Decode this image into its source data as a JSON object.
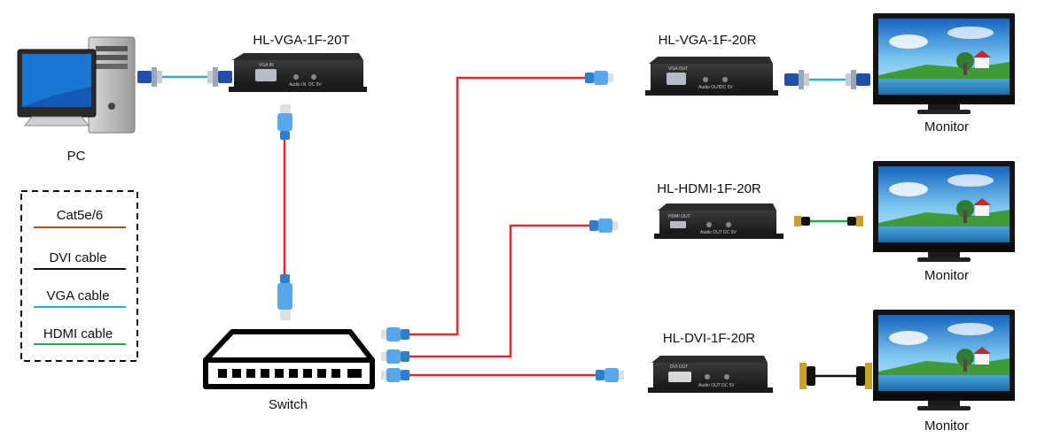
{
  "pc": {
    "label": "PC"
  },
  "switch": {
    "label": "Switch"
  },
  "devices": {
    "transmitter": {
      "label": "HL-VGA-1F-20T",
      "port1": "VGA IN",
      "port2": "Audio IN",
      "port3": "DC 5V"
    },
    "rx_vga": {
      "label": "HL-VGA-1F-20R",
      "port1": "VGA OUT",
      "port2": "Audio OUT",
      "port3": "DC 5V"
    },
    "rx_hdmi": {
      "label": "HL-HDMI-1F-20R",
      "port1": "HDMI OUT",
      "port2": "Audio OUT",
      "port3": "DC 5V"
    },
    "rx_dvi": {
      "label": "HL-DVI-1F-20R",
      "port1": "DVI OUT",
      "port2": "Audio OUT",
      "port3": "DC 5V"
    }
  },
  "monitors": [
    {
      "label": "Monitor"
    },
    {
      "label": "Monitor"
    },
    {
      "label": "Monitor"
    }
  ],
  "legend": {
    "items": [
      {
        "label": "Cat5e/6",
        "color": "#a0522d"
      },
      {
        "label": "DVI cable",
        "color": "#111111"
      },
      {
        "label": "VGA cable",
        "color": "#29abe2"
      },
      {
        "label": "HDMI cable",
        "color": "#22a84a"
      }
    ]
  },
  "colors": {
    "fiber": "#e8262c",
    "vga": "#29abe2",
    "hdmi": "#22a84a",
    "dvi": "#111111",
    "connector": "#3b8fd6"
  }
}
